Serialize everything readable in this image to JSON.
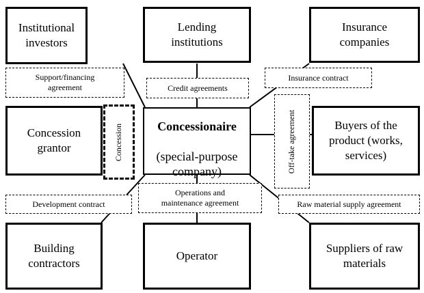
{
  "diagram": {
    "entities": {
      "institutional_investors": "Institutional\ninvestors",
      "lending_institutions": "Lending\ninstitutions",
      "insurance_companies": "Insurance\ncompanies",
      "concession_grantor": "Concession\ngrantor",
      "concessionaire_title": "Concessionaire",
      "concessionaire_subtitle": "(special-purpose\ncompany)",
      "buyers": "Buyers of the\nproduct (works,\nservices)",
      "building_contractors": "Building\ncontractors",
      "operator": "Operator",
      "suppliers": "Suppliers of raw\nmaterials"
    },
    "relations": {
      "support_financing": "Support/financing\nagreement",
      "credit": "Credit agreements",
      "insurance": "Insurance  contract",
      "concession": "Concession",
      "offtake": "Off-take agreement",
      "development": "Development  contract",
      "operations": "Operations and\nmaintenance agreement",
      "raw_material": "Raw material supply agreement"
    }
  }
}
